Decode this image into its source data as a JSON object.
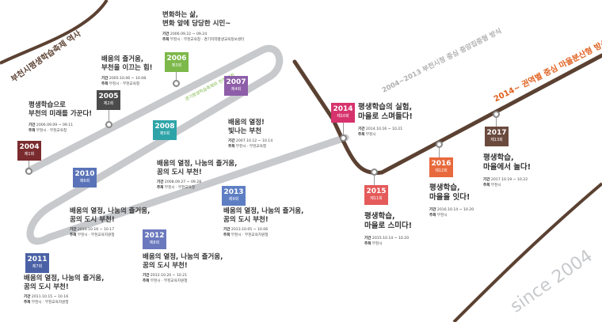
{
  "colors": {
    "track_gray": "#c7c9cc",
    "track_brown": "#5b4132",
    "text_orange": "#e0601e",
    "text_brown": "#5b4132",
    "text_gray": "#b0b0b0"
  },
  "headers": {
    "bucheon_title": "부천시평생학습축제 역사",
    "era_2004_2013": "2004~2013",
    "era_2004_2013_desc": "부천시청 중심 중앙집중형 방식",
    "era_2014": "2014~",
    "era_2014_desc": "권역별 중심 마을분산형 방식",
    "since": "since 2004"
  },
  "events": [
    {
      "year": "2004",
      "edition": "제1회",
      "title": [
        "평생학습으로",
        "부천의 미래를 가꾼다!"
      ],
      "period_label": "기간",
      "period": "2006.09.09 ~ 09.11",
      "host_label": "주최",
      "host": "부천시 · 부천교육청"
    },
    {
      "year": "2005",
      "edition": "제2회",
      "title": [
        "배움의 즐거움,",
        "부천을 이끄는 힘!"
      ],
      "period_label": "기간",
      "period": "2005.10.06 ~ 10.08",
      "host_label": "주최",
      "host": "부천시 · 부천교육청"
    },
    {
      "year": "2006",
      "edition": "제3회",
      "title": [
        "변화하는 삶,",
        "변화 앞에 당당한 시민~"
      ],
      "period_label": "기간",
      "period": "2006.09.22 ~ 09.24",
      "host_label": "주최",
      "host": "부천시 · 부천교육청 · 경기지역평생교육정보센터",
      "note": "경기평생학습축제와 연계 개최"
    },
    {
      "year": "2007",
      "edition": "제4회",
      "title": [
        "배움의 열정!",
        "빛나는 부천"
      ],
      "period_label": "기간",
      "period": "2007.10.12 ~ 10.14",
      "host_label": "주최",
      "host": "부천시 · 부천교육청"
    },
    {
      "year": "2008",
      "edition": "제5회",
      "title": [
        "배움의 열정, 나눔의 즐거움,",
        "꿈의 도시 부천!"
      ],
      "period_label": "기간",
      "period": "2008.09.27 ~ 09.28",
      "host_label": "주최",
      "host": "부천시 · 부천교육청"
    },
    {
      "year": "2010",
      "edition": "제6회",
      "title": [
        "배움의 열정, 나눔의 즐거움,",
        "꿈의 도시 부천!"
      ],
      "period_label": "기간",
      "period": "2010.10.16 ~ 10.17",
      "host_label": "주최",
      "host": "부천시 · 부천교육지원청"
    },
    {
      "year": "2011",
      "edition": "제7회",
      "title": [
        "배움의 열정, 나눔의 즐거움,",
        "꿈의 도시 부천!"
      ],
      "period_label": "기간",
      "period": "2011.10.15 ~ 10.16",
      "host_label": "주최",
      "host": "부천시 · 부천교육지원청"
    },
    {
      "year": "2012",
      "edition": "제8회",
      "title": [
        "배움의 열정, 나눔의 즐거움,",
        "꿈의 도시 부천!"
      ],
      "period_label": "기간",
      "period": "2012.10.20 ~ 10.21",
      "host_label": "주최",
      "host": "부천시 · 부천교육지원청"
    },
    {
      "year": "2013",
      "edition": "제9회",
      "title": [
        "배움의 열정, 나눔의 즐거움,",
        "꿈의 도시 부천!"
      ],
      "period_label": "기간",
      "period": "2013.10.05 ~ 10.06",
      "host_label": "주최",
      "host": "부천시 · 부천교육지원청"
    },
    {
      "year": "2014",
      "edition": "제10회",
      "title": [
        "평생학습의 실험,",
        "마을로 스며들다!"
      ],
      "period_label": "기간",
      "period": "2014.10.16 ~ 10.21",
      "host_label": "주최",
      "host": "부천시"
    },
    {
      "year": "2015",
      "edition": "제11회",
      "title": [
        "평생학습,",
        "마을로 스미다!"
      ],
      "period_label": "기간",
      "period": "2015.10.14 ~ 10.20",
      "host_label": "주최",
      "host": "부천시"
    },
    {
      "year": "2016",
      "edition": "제12회",
      "title": [
        "평생학습,",
        "마을을 잇다!"
      ],
      "period_label": "기간",
      "period": "2016.10.14 ~ 10.20",
      "host_label": "주최",
      "host": "부천시"
    },
    {
      "year": "2017",
      "edition": "제13회",
      "title": [
        "평생학습,",
        "마을에서 놀다!"
      ],
      "period_label": "기간",
      "period": "2017.10.19 ~ 10.22",
      "host_label": "주최",
      "host": "부천시"
    }
  ]
}
